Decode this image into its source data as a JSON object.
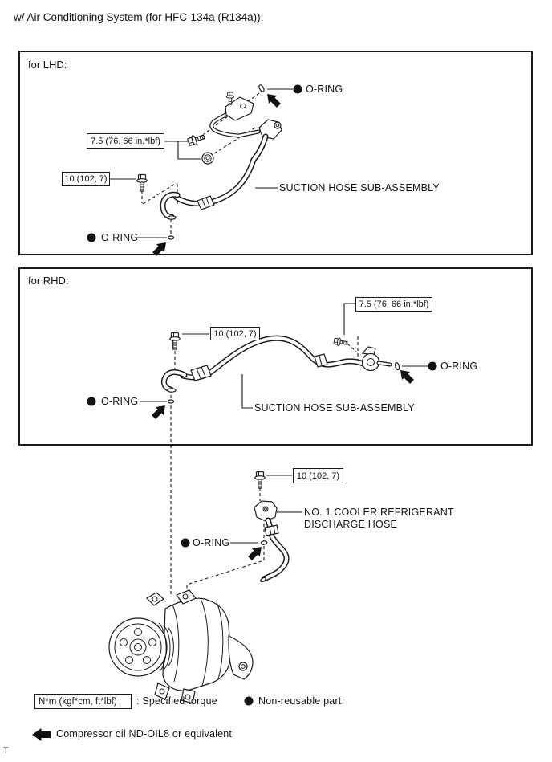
{
  "page": {
    "title": "w/ Air Conditioning System (for HFC-134a (R134a)):",
    "footer_mark": "T"
  },
  "sections": {
    "lhd": {
      "heading": "for LHD:"
    },
    "rhd": {
      "heading": "for RHD:"
    }
  },
  "parts": {
    "oring": "O-RING",
    "suction_hose": "SUCTION HOSE SUB-ASSEMBLY",
    "discharge_hose_line1": "NO. 1 COOLER REFRIGERANT",
    "discharge_hose_line2": "DISCHARGE HOSE"
  },
  "torques": {
    "t75": "7.5 (76, 66 in.*lbf)",
    "t10": "10 (102, 7)"
  },
  "legend": {
    "torque_unit": "N*m (kgf*cm, ft*lbf)",
    "torque_desc": ": Specified torque",
    "non_reusable": "Non-reusable part",
    "compressor_oil": "Compressor oil ND-OIL8 or equivalent"
  },
  "colors": {
    "ink": "#1a1a1a",
    "paper": "#ffffff"
  }
}
